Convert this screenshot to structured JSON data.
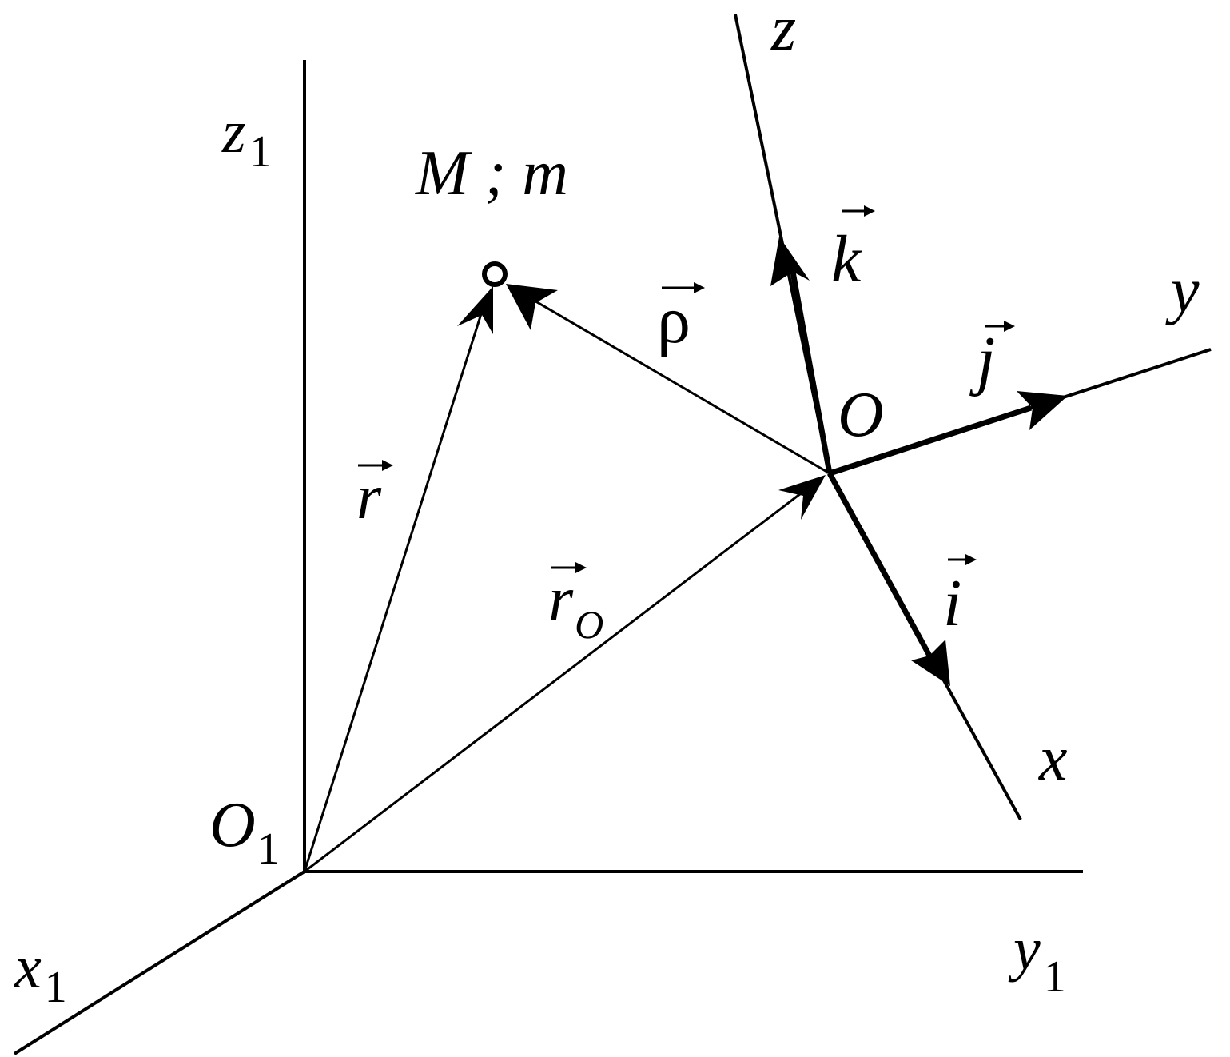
{
  "figure": {
    "labels": {
      "z1": {
        "main": "z",
        "sub": "1"
      },
      "x1": {
        "main": "x",
        "sub": "1"
      },
      "y1": {
        "main": "y",
        "sub": "1"
      },
      "o1": {
        "main": "O",
        "sub": "1"
      },
      "z": "z",
      "y": "y",
      "x": "x",
      "o": "O",
      "point_m": "M ; m",
      "vec_r": "r",
      "vec_r0": {
        "main": "r",
        "sub": "O"
      },
      "vec_rho": "ρ",
      "vec_k": "k",
      "vec_j": "j",
      "vec_i": "i"
    },
    "colors": {
      "ink": "#000000",
      "background": "#ffffff"
    }
  }
}
